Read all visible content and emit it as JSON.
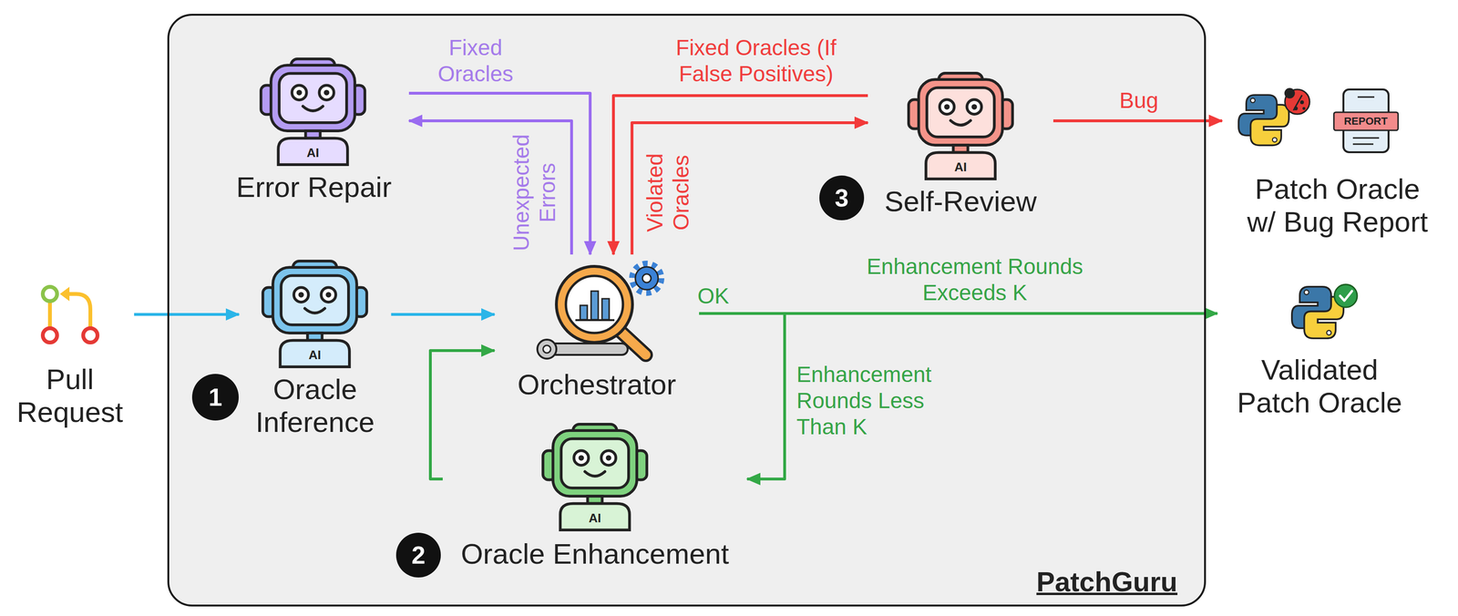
{
  "diagram": {
    "nodes": [
      {
        "text": [
          "Pull Request"
        ]
      },
      {
        "text": [
          "PatchGuru"
        ]
      },
      {
        "text": [
          "Error Repair"
        ],
        "in": 1
      },
      {
        "text": [
          "Oracle Inference"
        ],
        "in": 1
      },
      {
        "text": [
          "Orchestrator"
        ],
        "in": 1
      },
      {
        "text": [
          "Self-Review"
        ],
        "in": 1
      },
      {
        "text": [
          "Oracle Enhancement"
        ],
        "in": 1
      },
      {
        "text": [
          "Patch Oracle w/ Bug Report"
        ]
      },
      {
        "text": [
          "Validated Patch Oracle"
        ]
      }
    ],
    "edges": [
      {
        "from": 0,
        "to": 3,
        "arrow": "to"
      },
      {
        "from": 3,
        "to": 4,
        "arrow": "to"
      },
      {
        "from": 4,
        "to": 2,
        "label": "Unexpected Errors",
        "arrow": "to"
      },
      {
        "from": 2,
        "to": 4,
        "label": "Fixed Oracles",
        "arrow": "to"
      },
      {
        "from": 4,
        "to": 5,
        "label": "Violated Oracles",
        "arrow": "to"
      },
      {
        "from": 5,
        "to": 4,
        "label": "Fixed Oracles (If False Positives)",
        "arrow": "to"
      },
      {
        "from": 5,
        "to": 7,
        "label": "Bug",
        "arrow": "to"
      },
      {
        "from": 4,
        "to": 8,
        "label": "Enhancement Rounds Exceeds K",
        "arrow": "to"
      },
      {
        "from": 4,
        "to": 6,
        "label": "Enhancement Rounds Less Than K",
        "arrow": "to"
      },
      {
        "from": 6,
        "to": 4,
        "arrow": "to"
      }
    ],
    "labels": [
      "1",
      "2",
      "3",
      "OK",
      "AI",
      "AI",
      "AI",
      "AI",
      "REPORT"
    ]
  }
}
